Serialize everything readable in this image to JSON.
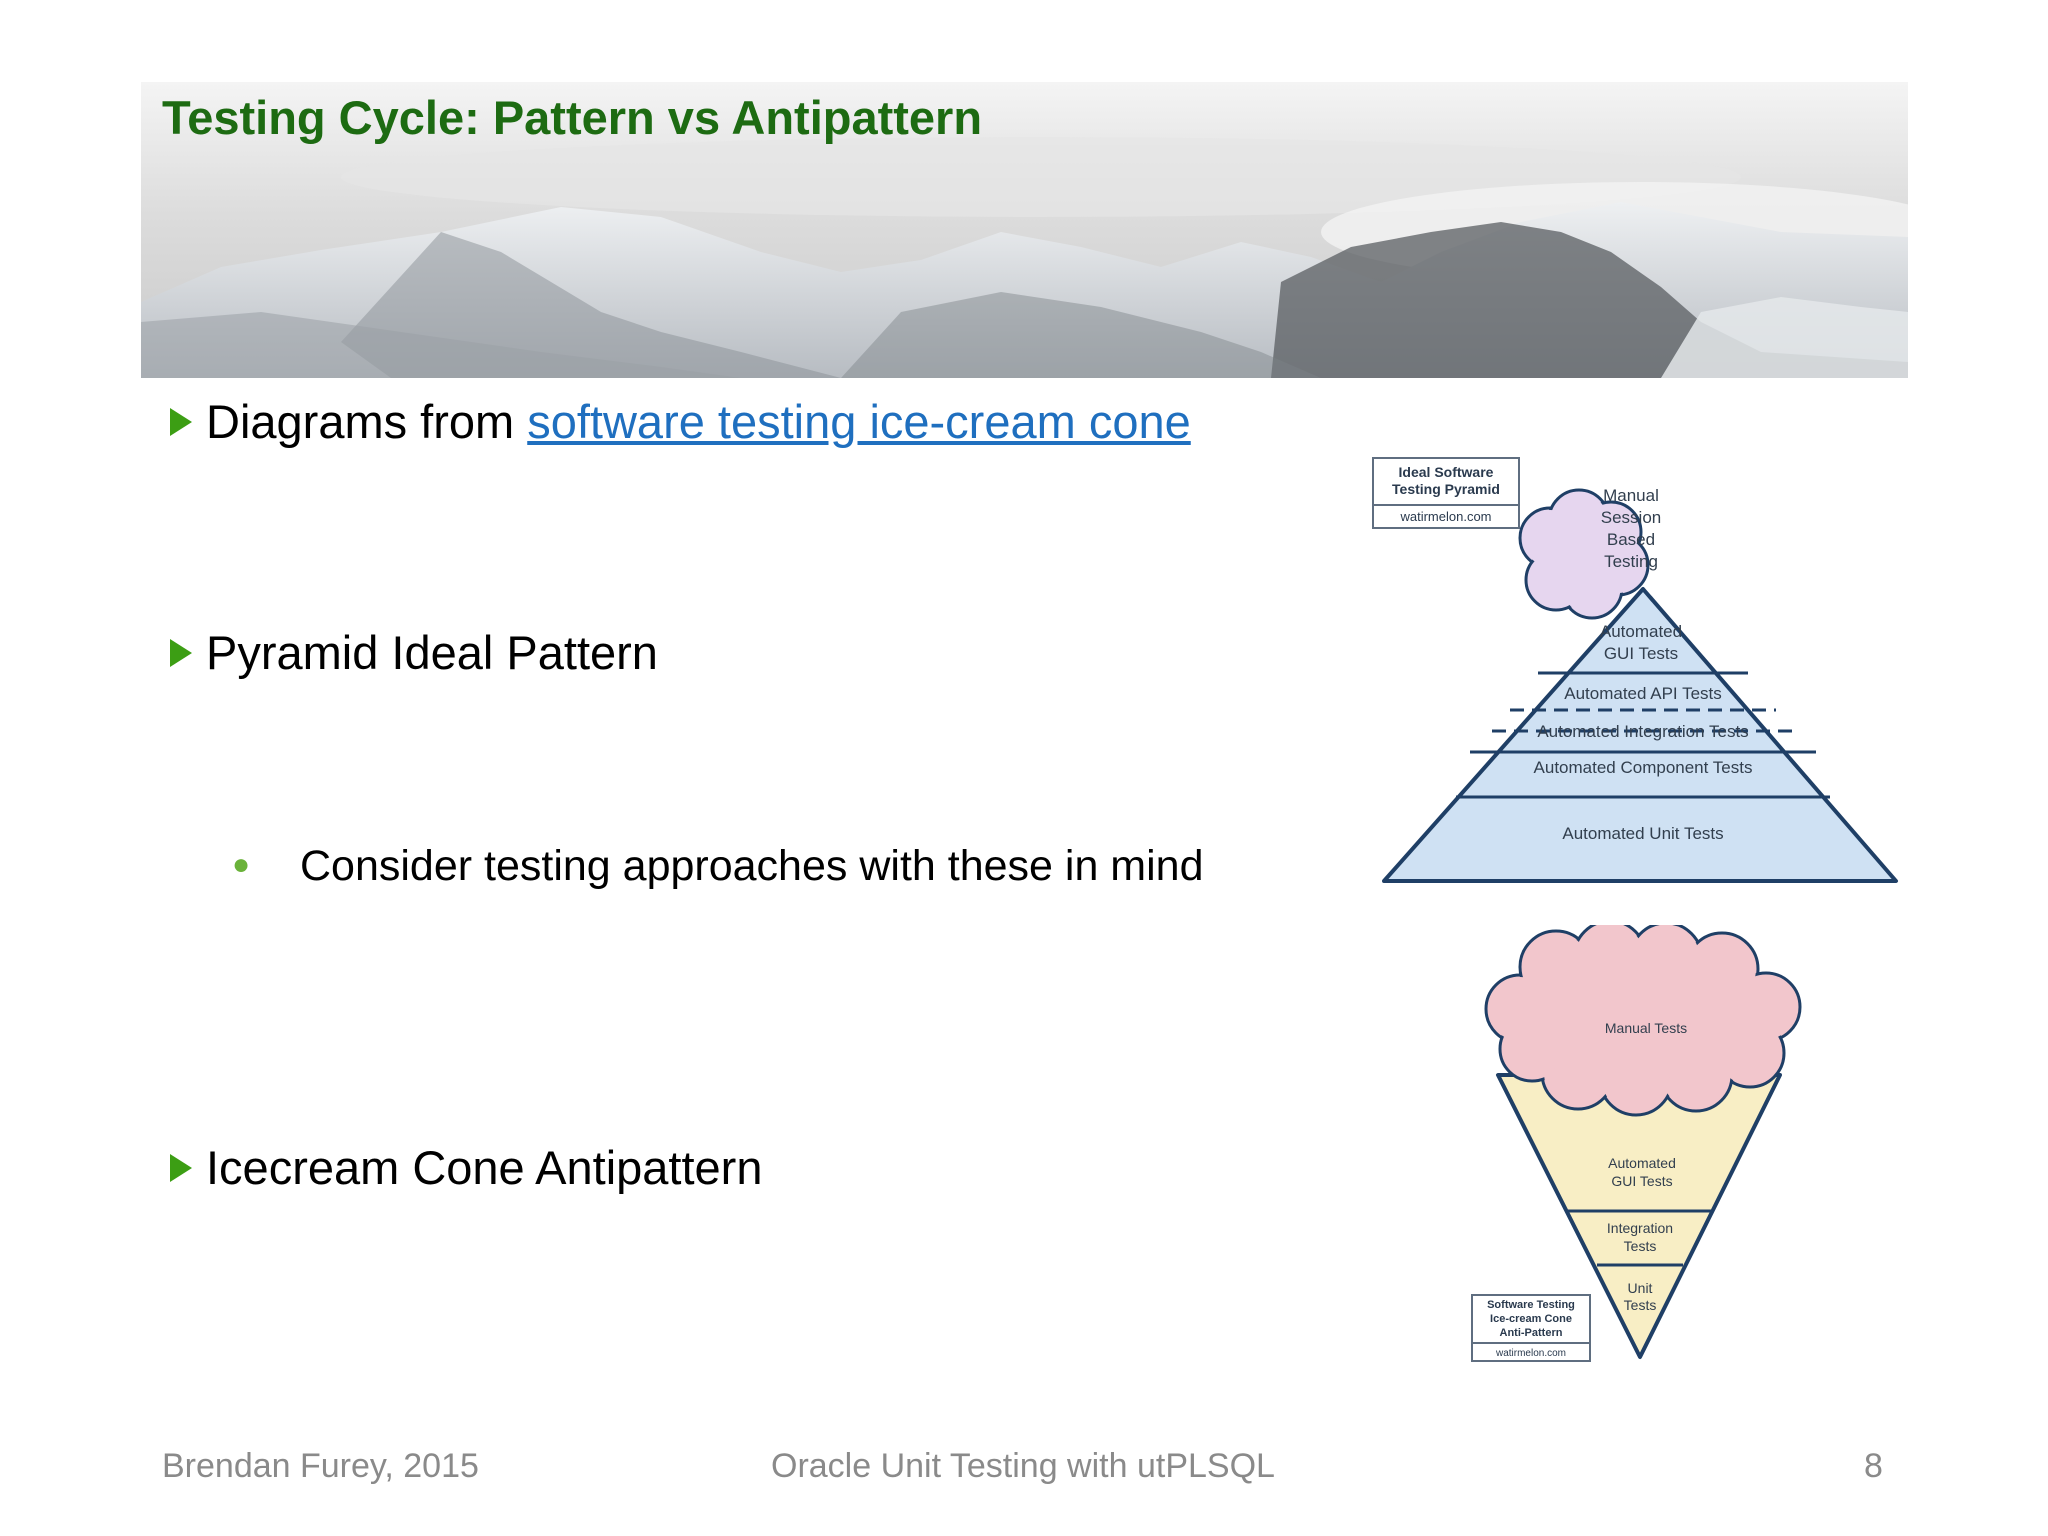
{
  "slide": {
    "title": "Testing Cycle: Pattern vs Antipattern",
    "bullets": [
      {
        "prefix": "Diagrams from ",
        "link": "software testing ice-cream cone"
      },
      {
        "text": "Pyramid Ideal Pattern"
      },
      {
        "text": "Icecream Cone Antipattern"
      }
    ],
    "sub_bullet": "Consider testing approaches with these in mind"
  },
  "pyramid": {
    "caption": [
      "Ideal Software",
      "Testing Pyramid"
    ],
    "caption_source": "watirmelon.com",
    "cloud": [
      "Manual",
      "Session",
      "Based",
      "Testing"
    ],
    "gui": [
      "Automated",
      "GUI Tests"
    ],
    "api": "Automated API Tests",
    "integration": "Automated Integration Tests",
    "component": "Automated Component Tests",
    "unit": "Automated Unit Tests"
  },
  "cone": {
    "cloud": "Manual Tests",
    "gui": [
      "Automated",
      "GUI Tests"
    ],
    "integration": [
      "Integration",
      "Tests"
    ],
    "unit": [
      "Unit",
      "Tests"
    ],
    "caption": [
      "Software Testing",
      "Ice-cream Cone",
      "Anti-Pattern"
    ],
    "caption_source": "watirmelon.com"
  },
  "footer": {
    "author": "Brendan Furey, 2015",
    "center": "Oracle Unit Testing with utPLSQL",
    "page": "8"
  },
  "colors": {
    "title": "#1d6b12",
    "bullet_marker": "#3c9e14",
    "link": "#1f6fbf",
    "footer": "#8a8a8a",
    "pyramid_fill": "#cfe1f3",
    "pyramid_stroke": "#1f3f66",
    "cloud_pyramid": "#e6d6ef",
    "cloud_cone": "#f2c6cc",
    "cone_fill": "#f8eec5"
  }
}
